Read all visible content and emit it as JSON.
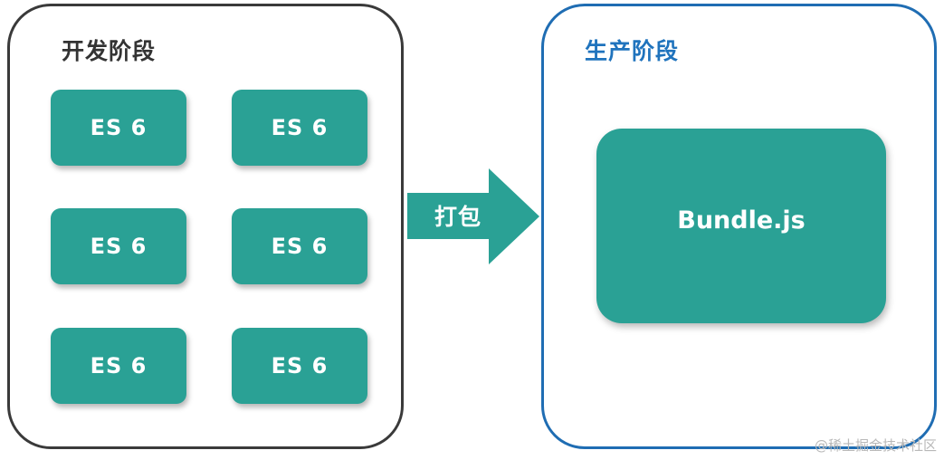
{
  "dev_stage": {
    "title": "开发阶段",
    "modules": [
      "ES 6",
      "ES 6",
      "ES 6",
      "ES 6",
      "ES 6",
      "ES 6"
    ]
  },
  "process": {
    "label": "打包"
  },
  "prod_stage": {
    "title": "生产阶段",
    "output": "Bundle.js"
  },
  "watermark": "@稀土掘金技术社区",
  "colors": {
    "module_fill": "#2aa195",
    "dev_border": "#3a3a3a",
    "prod_border": "#1f6db3",
    "prod_title": "#1f73bd",
    "arrow_fill": "#2aa195"
  }
}
